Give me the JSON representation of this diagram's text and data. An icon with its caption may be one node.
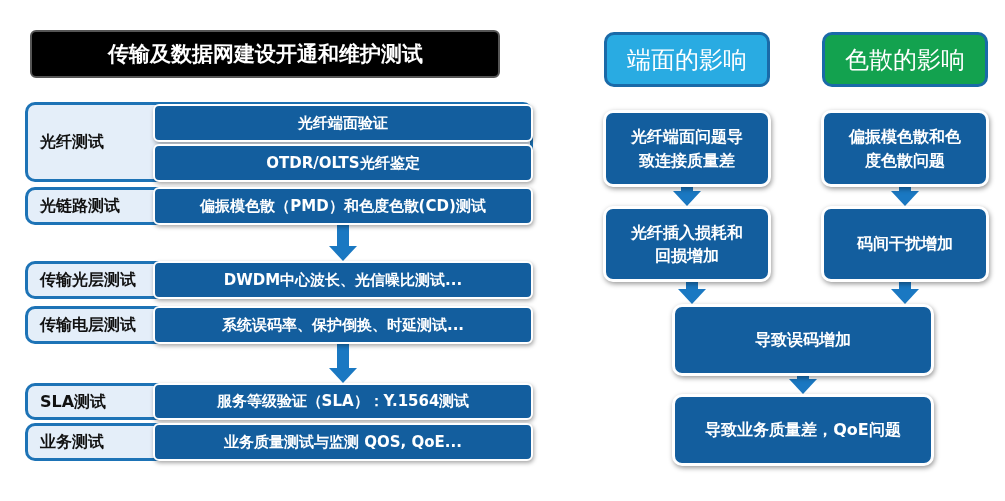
{
  "diagram": {
    "nodes": [
      {
        "text": [
          "传输及数据网建设开通和维护测试"
        ]
      },
      {
        "text": [
          "光纤测试"
        ]
      },
      {
        "text": [
          "光纤端面验证"
        ],
        "in": 1
      },
      {
        "text": [
          "OTDR/OLTS光纤鉴定"
        ],
        "in": 1
      },
      {
        "text": [
          "光链路测试"
        ]
      },
      {
        "text": [
          "偏振模色散（PMD）和色度色散(CD)测试"
        ],
        "in": 4
      },
      {
        "text": [
          "传输光层测试"
        ]
      },
      {
        "text": [
          "DWDM中心波长、光信噪比测试..."
        ],
        "in": 6
      },
      {
        "text": [
          "传输电层测试"
        ]
      },
      {
        "text": [
          "系统误码率、保护倒换、时延测试..."
        ],
        "in": 8
      },
      {
        "text": [
          "SLA测试"
        ]
      },
      {
        "text": [
          "服务等级验证（SLA）：Y.1564测试"
        ],
        "in": 10
      },
      {
        "text": [
          "业务测试"
        ]
      },
      {
        "text": [
          "业务质量测试与监测 QOS, QoE..."
        ],
        "in": 12
      },
      {
        "text": [
          "端面的影响"
        ]
      },
      {
        "text": [
          "色散的影响"
        ]
      },
      {
        "text": [
          "光纤端面问题导致连接质量差"
        ]
      },
      {
        "text": [
          "偏振模色散和色度色散问题"
        ]
      },
      {
        "text": [
          "光纤插入损耗和回损增加"
        ]
      },
      {
        "text": [
          "码间干扰增加"
        ]
      },
      {
        "text": [
          "导致误码增加"
        ]
      },
      {
        "text": [
          "导致业务质量差，QoE问题"
        ]
      }
    ],
    "edges": [
      {
        "from": 5,
        "to": 7,
        "arrow": "to"
      },
      {
        "from": 9,
        "to": 11,
        "arrow": "to"
      },
      {
        "from": 16,
        "to": 18,
        "arrow": "to"
      },
      {
        "from": 18,
        "to": 20,
        "arrow": "to"
      },
      {
        "from": 17,
        "to": 19,
        "arrow": "to"
      },
      {
        "from": 19,
        "to": 20,
        "arrow": "to"
      },
      {
        "from": 20,
        "to": 21,
        "arrow": "to"
      }
    ]
  }
}
